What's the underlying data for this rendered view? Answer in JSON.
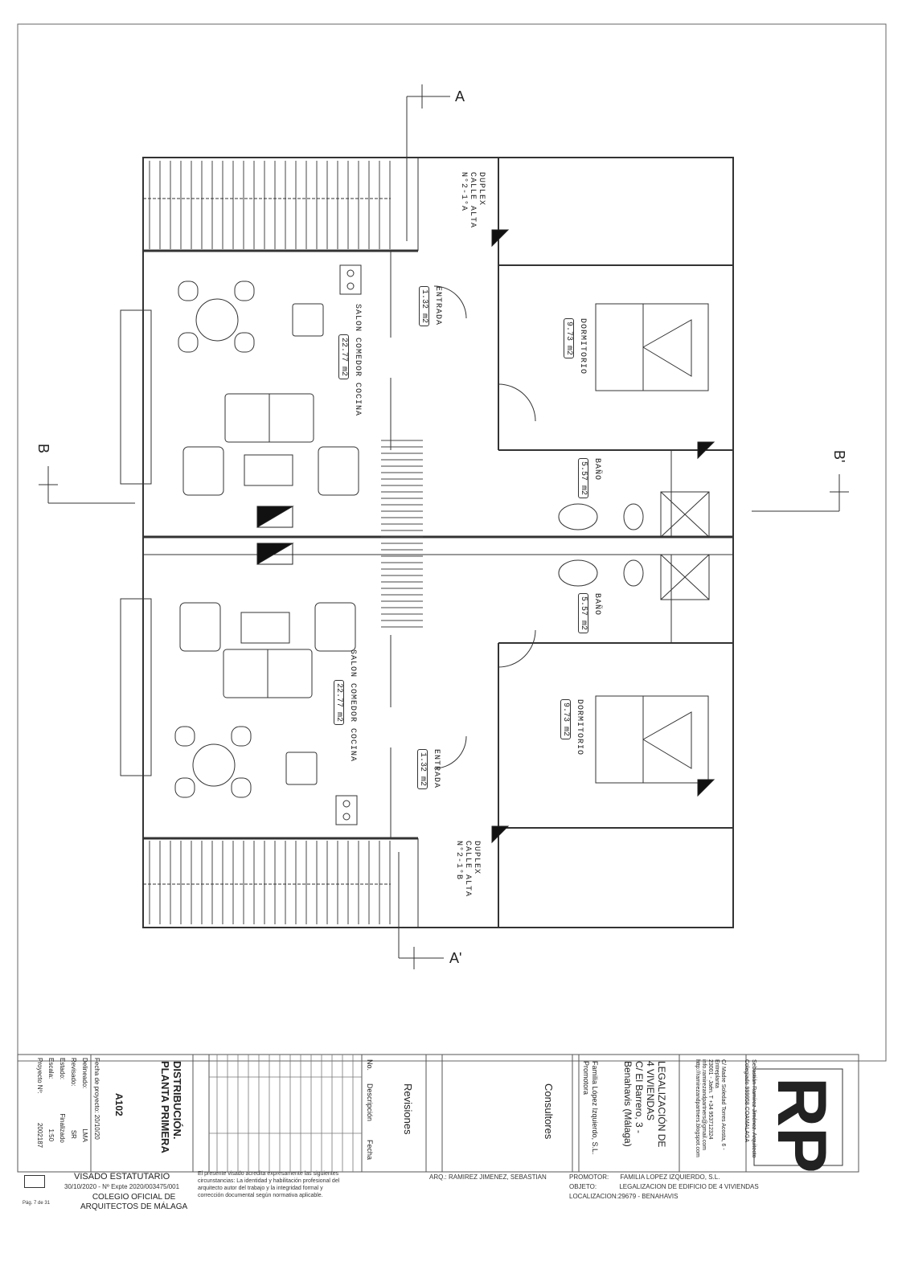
{
  "plan": {
    "sections": {
      "a": "A",
      "a_prime": "A'",
      "b": "B",
      "b_prime": "B'"
    },
    "top_unit": {
      "duplex": [
        "DUPLEX",
        "CALLE ALTA",
        "N°2-1°A"
      ],
      "entrada": {
        "name": "ENTRADA",
        "area": "1.32 m2"
      },
      "salon": {
        "name": "SALON COMEDOR COCINA",
        "area": "22.77 m2"
      },
      "dormitorio": {
        "name": "DORMITORIO",
        "area": "9.73 m2"
      },
      "bano": {
        "name": "BAÑO",
        "area": "5.57 m2"
      }
    },
    "bottom_unit": {
      "duplex": [
        "DUPLEX",
        "CALLE ALTA",
        "N°2-1°B"
      ],
      "entrada": {
        "name": "ENTRADA",
        "area": "1.32 m2"
      },
      "salon": {
        "name": "SALON COMEDOR COCINA",
        "area": "22.77 m2"
      },
      "dormitorio": {
        "name": "DORMITORIO",
        "area": "9.73 m2"
      },
      "bano": {
        "name": "BAÑO",
        "area": "5.57 m2"
      }
    }
  },
  "title_block": {
    "logo": "RP",
    "architect": [
      "Sebastián Ramírez Jiménez. Arquitecto",
      "Colegiado 999958  COAMALAGA"
    ],
    "address": [
      "C/ Madre Soledad Torres Acosta, 6 -",
      "Entreplanta",
      "23001 - Jaén. T +34 953712324",
      "info.ramirezandpartners@gmail.com",
      "http://ramirezandpartners.blogspot.com"
    ],
    "project": [
      "LEGALIZACIÓN DE",
      "4 VIVIENDAS",
      "C/ El Barrero, 3 -",
      "Benahavis (Málaga)"
    ],
    "promoter": [
      "Familia López Izquierdo,  S.L.",
      "Promotora"
    ],
    "consultores": "Consultores",
    "revisiones": "Revisiones",
    "rev_headers": [
      "No.",
      "Descripción",
      "Fecha"
    ],
    "drawing_title": [
      "DISTRIBUCIÓN.",
      "PLANTA PRIMERA"
    ],
    "drawing_no": "A102",
    "fields": [
      {
        "label": "Fecha de proyecto:",
        "value": "20/10/20"
      },
      {
        "label": "Delineado:",
        "value": "LMA"
      },
      {
        "label": "Revisado:",
        "value": "SR"
      },
      {
        "label": "Estado:",
        "value": "Finalizado"
      },
      {
        "label": "Escala:",
        "value": "1:50"
      },
      {
        "label": "Proyecto Nº:",
        "value": "2002187"
      }
    ]
  },
  "footer": {
    "visado_title": "VISADO ESTATUTARIO",
    "visado_line": "30/10/2020 - Nº Expte 2020/003475/001",
    "colegio": [
      "COLEGIO OFICIAL DE",
      "ARQUITECTOS DE MÁLAGA"
    ],
    "note": [
      "El presente visado acredita expresamente las siguientes",
      "circunstancias: La identidad y habilitación profesional del",
      "arquitecto autor del trabajo y la integridad formal y",
      "corrección documental según normativa aplicable."
    ],
    "arq": "ARQ.: RAMIREZ JIMENEZ, SEBASTIAN",
    "promotor_label": "PROMOTOR:",
    "promotor_value": "FAMILIA LOPEZ IZQUIERDO, S.L.",
    "objeto_label": "OBJETO:",
    "objeto_value": "LEGALIZACION DE EDIFICIO DE 4 VIVIENDAS",
    "localizacion": "LOCALIZACION:29679 - BENAHAVIS",
    "page": "Pág. 7 de 31"
  }
}
